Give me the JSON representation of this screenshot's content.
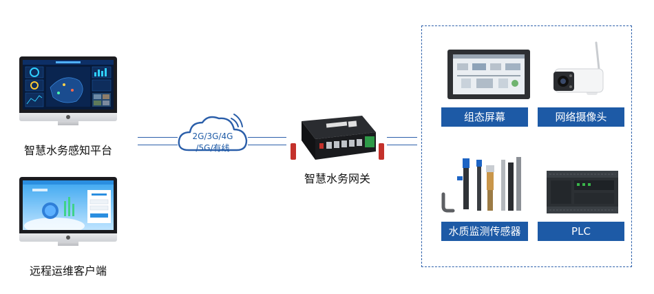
{
  "left": {
    "platform_label": "智慧水务感知平台",
    "client_label": "远程运维客户端"
  },
  "cloud": {
    "line1": "2G/3G/4G",
    "line2": "/5G/有线"
  },
  "gateway": {
    "label": "智慧水务网关"
  },
  "devices": {
    "hmi": "组态屏幕",
    "camera": "网络摄像头",
    "sensors": "水质监测传感器",
    "plc": "PLC"
  },
  "colors": {
    "accent": "#1d5aa6",
    "line": "#2a5ea9"
  }
}
